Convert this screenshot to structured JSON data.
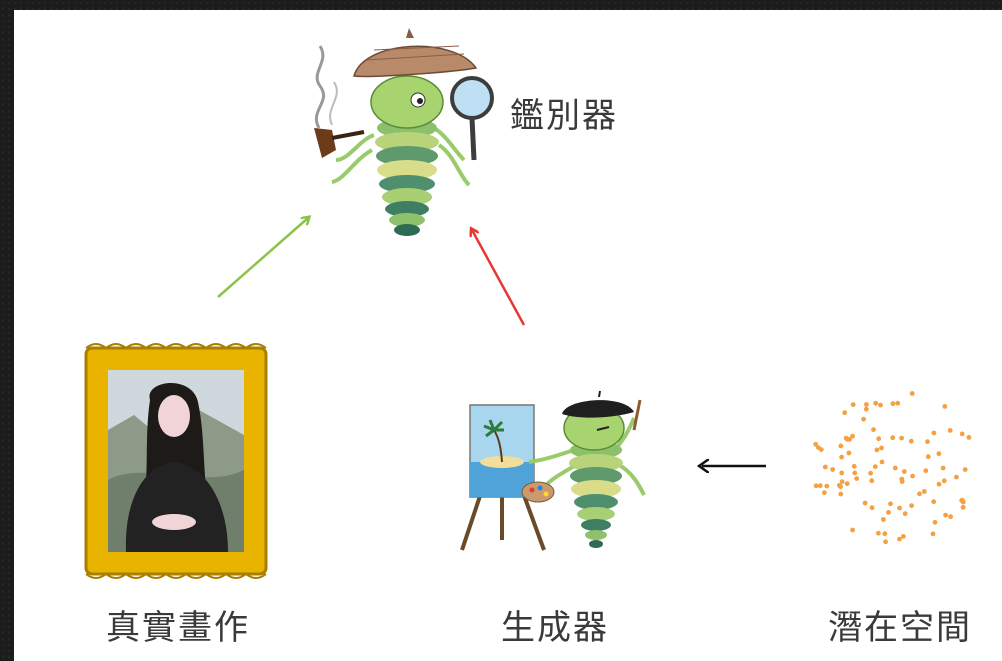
{
  "labels": {
    "discriminator": "鑑別器",
    "real_painting": "真實畫作",
    "generator": "生成器",
    "latent_space": "潛在空間"
  },
  "colors": {
    "real_arrow": "#8bc34a",
    "fake_arrow": "#e53935",
    "latent_arrow": "#111111",
    "latent_dots": "#f5a042",
    "frame_gold": "#e8b400"
  },
  "icons": {
    "discriminator": "detective-creature-icon",
    "real_painting": "framed-mona-lisa-icon",
    "generator": "painter-creature-icon",
    "latent_space": "latent-dot-cloud-icon"
  }
}
